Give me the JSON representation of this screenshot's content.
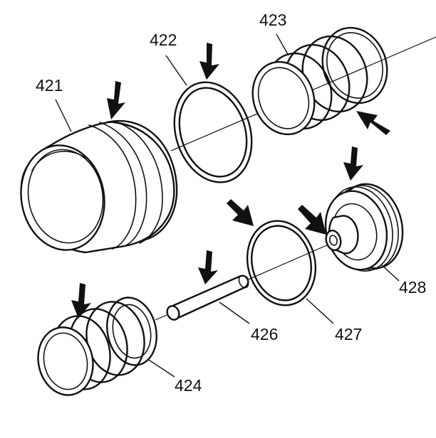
{
  "diagram": {
    "labels": {
      "p421": "421",
      "p422": "422",
      "p423": "423",
      "p424": "424",
      "p426": "426",
      "p427": "427",
      "p428": "428"
    },
    "colors": {
      "ink": "#111111",
      "background": "#ffffff"
    },
    "arrow_count": 8
  }
}
